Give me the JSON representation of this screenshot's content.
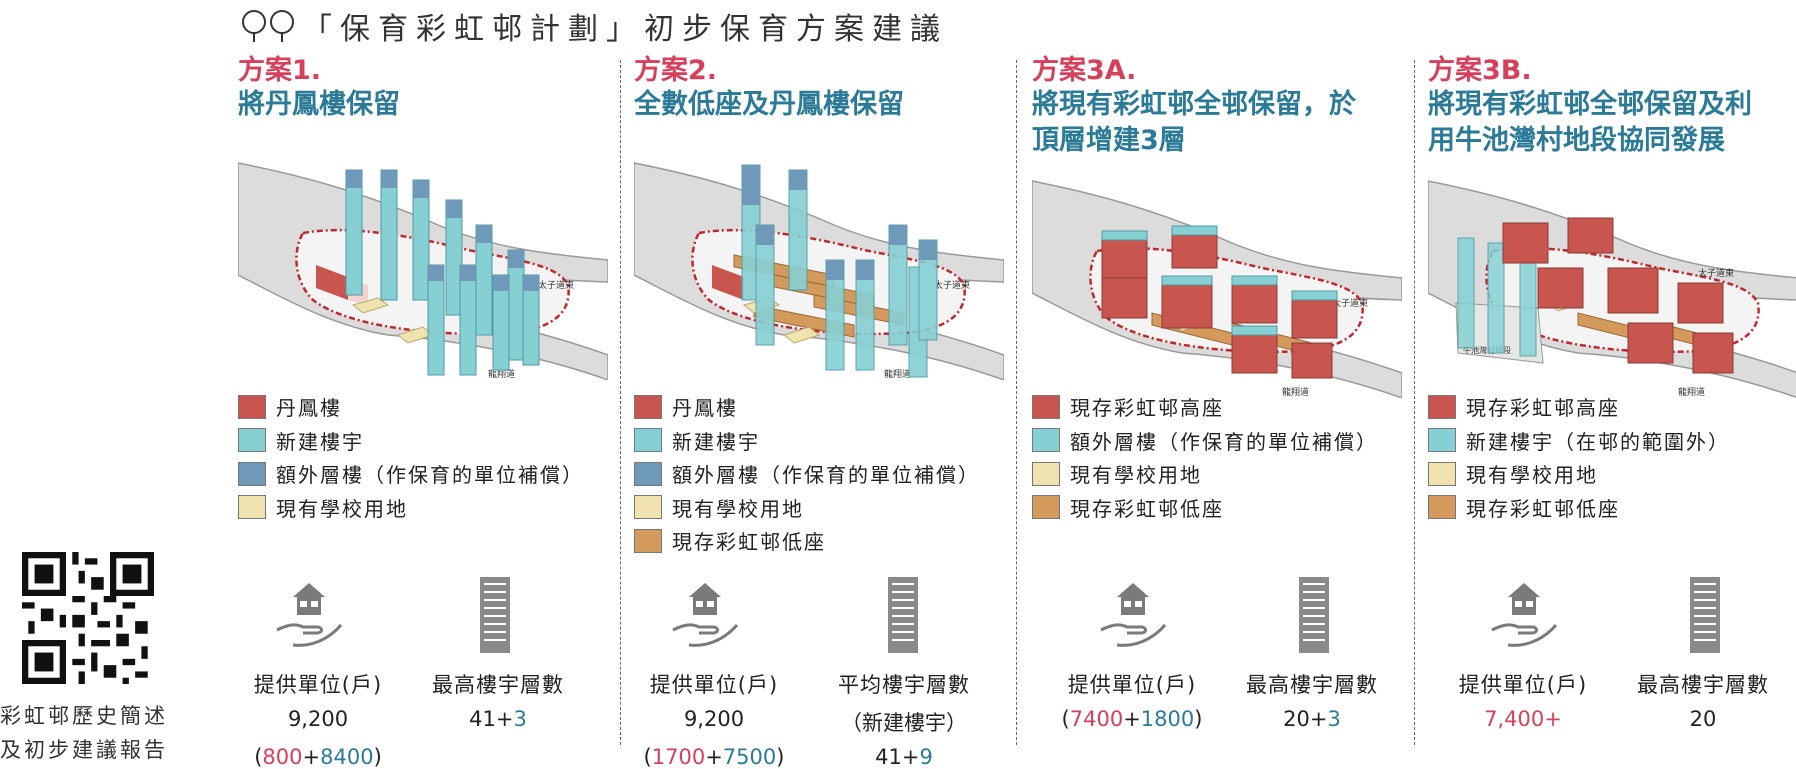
{
  "header": {
    "title": "「保育彩虹邨計劃」初步保育方案建議"
  },
  "plans": [
    {
      "no": "方案1.",
      "title_lines": [
        "將丹鳳樓保留",
        ""
      ],
      "legend": [
        {
          "label": "丹鳳樓",
          "color": "#c8554e"
        },
        {
          "label": "新建樓宇",
          "color": "#86d0d4"
        },
        {
          "label": "額外層樓（作保育的單位補償）",
          "color": "#6f99b8"
        },
        {
          "label": "現有學校用地",
          "color": "#f1e3b0"
        }
      ],
      "stat1_label": "提供單位(戶)",
      "stat1_value": "9,200",
      "stat1_break_a": "800",
      "stat1_break_b": "8400",
      "stat2_label": "最高樓宇層數",
      "stat2_value_a": "41",
      "stat2_value_b": "3"
    },
    {
      "no": "方案2.",
      "title_lines": [
        "全數低座及丹鳳樓保留",
        ""
      ],
      "legend": [
        {
          "label": "丹鳳樓",
          "color": "#c8554e"
        },
        {
          "label": "新建樓宇",
          "color": "#86d0d4"
        },
        {
          "label": "額外層樓（作保育的單位補償）",
          "color": "#6f99b8"
        },
        {
          "label": "現有學校用地",
          "color": "#f1e3b0"
        },
        {
          "label": "現存彩虹邨低座",
          "color": "#d39a5c"
        }
      ],
      "stat1_label": "提供單位(戶)",
      "stat1_value": "9,200",
      "stat1_break_a": "1700",
      "stat1_break_b": "7500",
      "stat2_label": "平均樓宇層數",
      "stat2_sub": "（新建樓宇）",
      "stat2_value_a": "41",
      "stat2_value_b": "9"
    },
    {
      "no": "方案3A.",
      "title_lines": [
        "將現有彩虹邨全邨保留，於",
        "頂層增建3層"
      ],
      "legend": [
        {
          "label": "現存彩虹邨高座",
          "color": "#c8554e"
        },
        {
          "label": "額外層樓（作保育的單位補償）",
          "color": "#86d0d4"
        },
        {
          "label": "現有學校用地",
          "color": "#f1e3b0"
        },
        {
          "label": "現存彩虹邨低座",
          "color": "#d39a5c"
        }
      ],
      "stat1_label": "提供單位(戶)",
      "stat1_break_a": "7400",
      "stat1_break_b": "1800",
      "stat2_label": "最高樓宇層數",
      "stat2_value_a": "20",
      "stat2_value_b": "3"
    },
    {
      "no": "方案3B.",
      "title_lines": [
        "將現有彩虹邨全邨保留及利",
        "用牛池灣村地段協同發展"
      ],
      "legend": [
        {
          "label": "現存彩虹邨高座",
          "color": "#c8554e"
        },
        {
          "label": "新建樓宇（在邨的範圍外）",
          "color": "#86d0d4"
        },
        {
          "label": "現有學校用地",
          "color": "#f1e3b0"
        },
        {
          "label": "現存彩虹邨低座",
          "color": "#d39a5c"
        }
      ],
      "stat1_label": "提供單位(戶)",
      "stat1_value_a": "7,400",
      "stat1_value_b": "+",
      "stat2_label": "最高樓宇層數",
      "stat2_value": "20"
    }
  ],
  "map_labels": {
    "road_top": "太子道東",
    "road_bottom": "龍翔道",
    "village": "牛池灣村地段"
  },
  "qr": {
    "caption_line1": "彩虹邨歷史簡述",
    "caption_line2": "及初步建議報告"
  },
  "colors": {
    "accent_red": "#d6405a",
    "accent_blue": "#2b7a97",
    "high_block": "#c8554e",
    "new_tower": "#86d0d4",
    "extra_floor": "#6f99b8",
    "school": "#f1e3b0",
    "low_block": "#d39a5c"
  }
}
